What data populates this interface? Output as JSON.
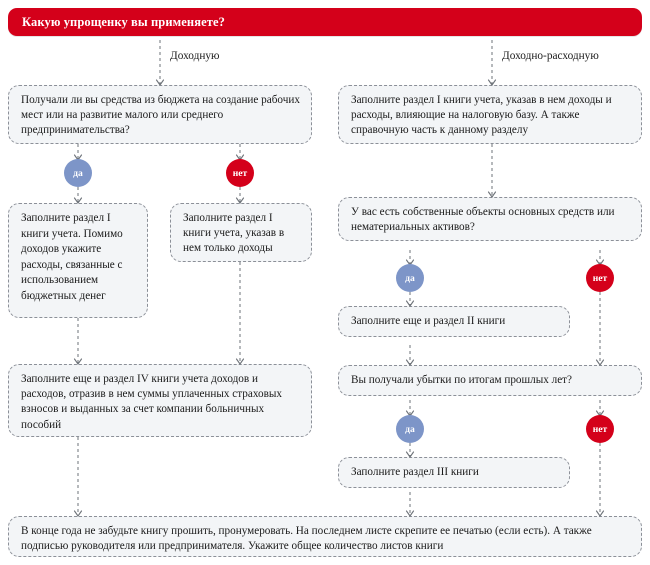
{
  "title": "Какую упрощенку вы применяете?",
  "colors": {
    "accent_red": "#d4001a",
    "badge_yes_blue": "#7d95c8",
    "box_fill": "#f3f5f7",
    "box_border": "#8c9098"
  },
  "header": {
    "question": "Какую упрощенку вы применяете?"
  },
  "edge_labels": {
    "left_branch": "Доходную",
    "right_branch": "Доходно-расходную"
  },
  "badges": {
    "yes": "да",
    "no": "нет"
  },
  "nodes": {
    "left_q1": "Получали ли вы средства из бюджета на создание рабочих мест или на развитие малого или среднего предпринимательства?",
    "left_yes_box": "Заполните раздел I книги учета. Помимо доходов укажите расходы, связанные с использованием бюджетных денег",
    "left_no_box": "Заполните раздел I книги учета, указав в нем только доходы",
    "left_section_iv": "Заполните еще и раздел IV книги учета доходов и расходов, отразив в нем суммы уплаченных страховых взносов и выданных за счет компании больничных пособий",
    "right_section_i": "Заполните раздел I книги учета, указав в нем доходы и расходы, влияющие на налоговую базу. А также справочную часть к данному разделу",
    "right_q_assets": "У вас есть собственные объекты основных средств или нематериальных активов?",
    "right_section_ii": "Заполните еще и раздел II книги",
    "right_q_losses": "Вы получали убытки по итогам прошлых лет?",
    "right_section_iii": "Заполните раздел III книги",
    "footer_note": "В конце года не забудьте книгу прошить, пронумеровать. На последнем листе скрепите ее печатью (если есть). А также подписью руководителя или предпринимателя. Укажите общее количество листов книги"
  }
}
